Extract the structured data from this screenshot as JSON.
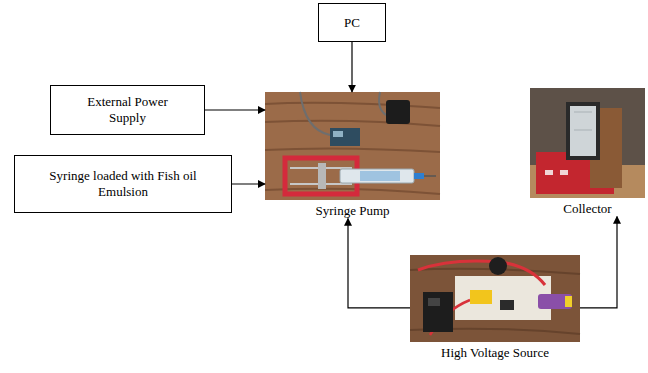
{
  "diagram": {
    "nodes": [
      {
        "text": [
          "PC"
        ]
      },
      {
        "text": [
          "External Power Supply"
        ]
      },
      {
        "text": [
          "Syringe loaded with Fish oil Emulsion"
        ]
      },
      {
        "text": [
          "Syringe Pump"
        ]
      },
      {
        "text": [
          "Collector"
        ]
      },
      {
        "text": [
          "High Voltage Source"
        ]
      }
    ],
    "edges": [
      {
        "from": 0,
        "to": 3,
        "arrow": "to"
      },
      {
        "from": 1,
        "to": 3,
        "arrow": "to"
      },
      {
        "from": 2,
        "to": 3,
        "arrow": "to"
      },
      {
        "from": 5,
        "to": 3,
        "arrow": "to"
      },
      {
        "from": 5,
        "to": 4,
        "arrow": "to"
      }
    ]
  }
}
